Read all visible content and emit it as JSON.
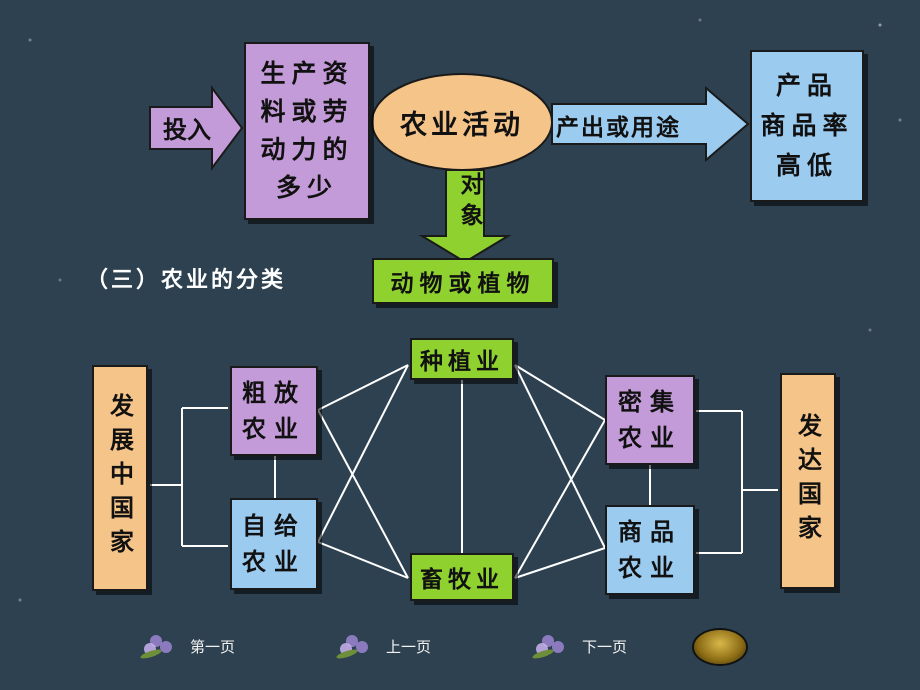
{
  "top": {
    "input_label": "投入",
    "resources_box": "生产资\n料或劳\n动力的\n多少",
    "activity": "农业活动",
    "output_label": "产出或用途",
    "product_box": "产品\n商品率\n高低",
    "object_label": "对象",
    "object_box": "动物或植物"
  },
  "section_heading": "（三）农业的分类",
  "classification": {
    "left_region": "发展中国家",
    "right_region": "发达国家",
    "extensive": "粗放\n农业",
    "subsistence": "自给\n农业",
    "intensive": "密集\n农业",
    "commercial": "商品\n农业",
    "planting": "种植业",
    "livestock": "畜牧业"
  },
  "nav": {
    "first": "第一页",
    "prev": "上一页",
    "next": "下一页"
  },
  "colors": {
    "background": "#2e4150",
    "purple": "#c49bd9",
    "blue": "#9ccbf0",
    "green": "#8fd12e",
    "orange": "#f5c488"
  }
}
